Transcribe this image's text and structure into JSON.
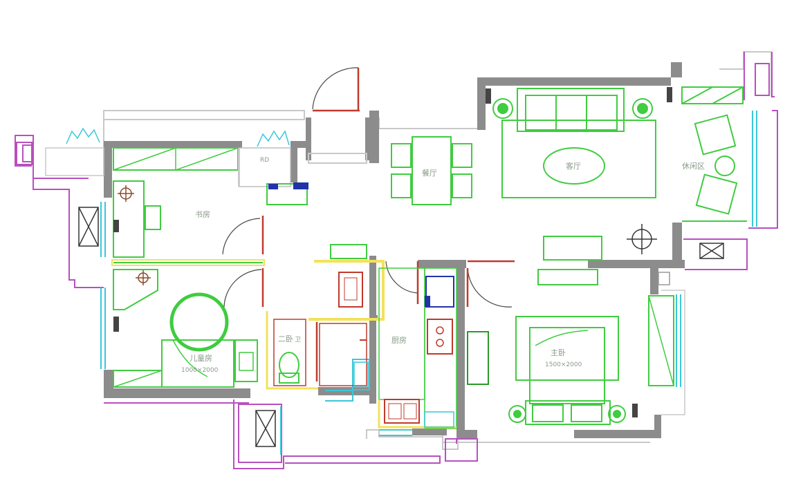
{
  "labels": {
    "study": "书房",
    "rd_box": "RD",
    "dining": "餐厅",
    "living": "客厅",
    "leisure": "休闲区",
    "second_bedroom": "二卧",
    "bathroom": "卫",
    "kitchen": "厨房",
    "master_bedroom": "主卧",
    "master_bed_size": "1500×2000",
    "child_room": "儿童房",
    "child_bed_size": "1000×2000"
  },
  "colors": {
    "wall": "#8c8c8c",
    "outline": "#c8c8c8",
    "balcony": "#b84fc0",
    "furniture": "#3fcc3f",
    "door": "#c0392b",
    "window": "#39c7d9",
    "wet_zone": "#f2e25a",
    "appliance": "#2233aa"
  },
  "icons": [
    "plant-icon",
    "lamp-icon",
    "ac-unit-icon",
    "door-swing-icon",
    "radiator-icon"
  ]
}
